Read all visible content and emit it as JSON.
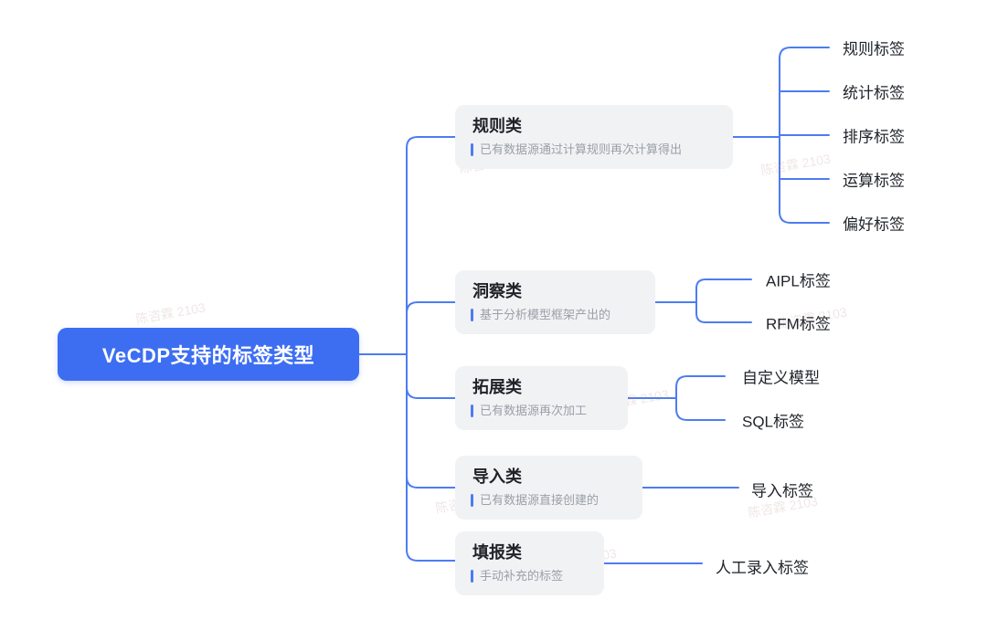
{
  "root": {
    "label": "VeCDP支持的标签类型"
  },
  "colors": {
    "root_bg": "#3d6ef2",
    "connector": "#4d7cf2",
    "category_bg": "#f1f2f4",
    "accent_bar": "#4d7cf2",
    "title_text": "#1f2329",
    "subtitle_text": "#9aa0a8",
    "leaf_text": "#21252b"
  },
  "watermark": {
    "text": "陈咨霖 2103"
  },
  "tree": {
    "categories": [
      {
        "title": "规则类",
        "subtitle": "已有数据源通过计算规则再次计算得出",
        "children": [
          "规则标签",
          "统计标签",
          "排序标签",
          "运算标签",
          "偏好标签"
        ]
      },
      {
        "title": "洞察类",
        "subtitle": "基于分析模型框架产出的",
        "children": [
          "AIPL标签",
          "RFM标签"
        ]
      },
      {
        "title": "拓展类",
        "subtitle": "已有数据源再次加工",
        "children": [
          "自定义模型",
          "SQL标签"
        ]
      },
      {
        "title": "导入类",
        "subtitle": "已有数据源直接创建的",
        "children": [
          "导入标签"
        ]
      },
      {
        "title": "填报类",
        "subtitle": "手动补充的标签",
        "children": [
          "人工录入标签"
        ]
      }
    ]
  }
}
